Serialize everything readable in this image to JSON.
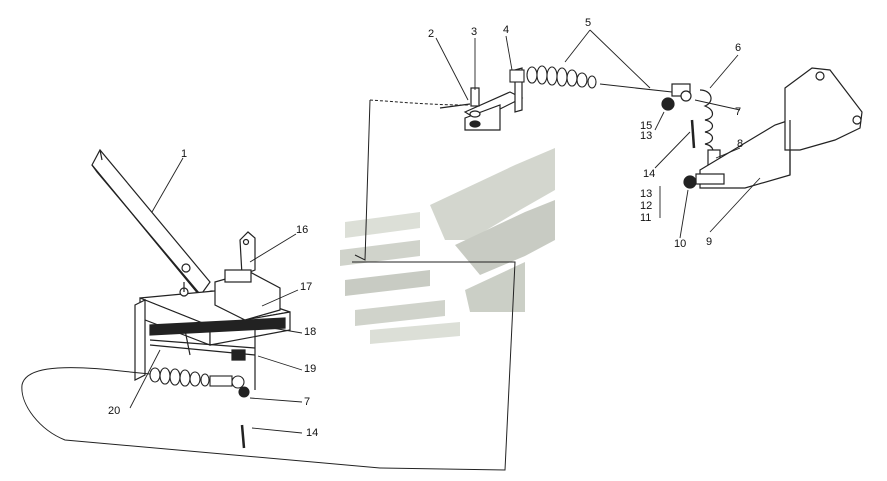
{
  "labels": {
    "l1": "1",
    "l2": "2",
    "l3": "3",
    "l4": "4",
    "l5": "5",
    "l6": "6",
    "l7a": "7",
    "l7b": "7",
    "l8": "8",
    "l9": "9",
    "l10": "10",
    "l11": "11",
    "l12": "12",
    "l13a": "13",
    "l13b": "13",
    "l14a": "14",
    "l14b": "14",
    "l15": "15",
    "l16": "16",
    "l17": "17",
    "l18": "18",
    "l19": "19",
    "l20": "20"
  },
  "colors": {
    "ink": "#222222",
    "watermark_light": "#d9dcd4",
    "watermark_dark": "#b9bdb3"
  }
}
